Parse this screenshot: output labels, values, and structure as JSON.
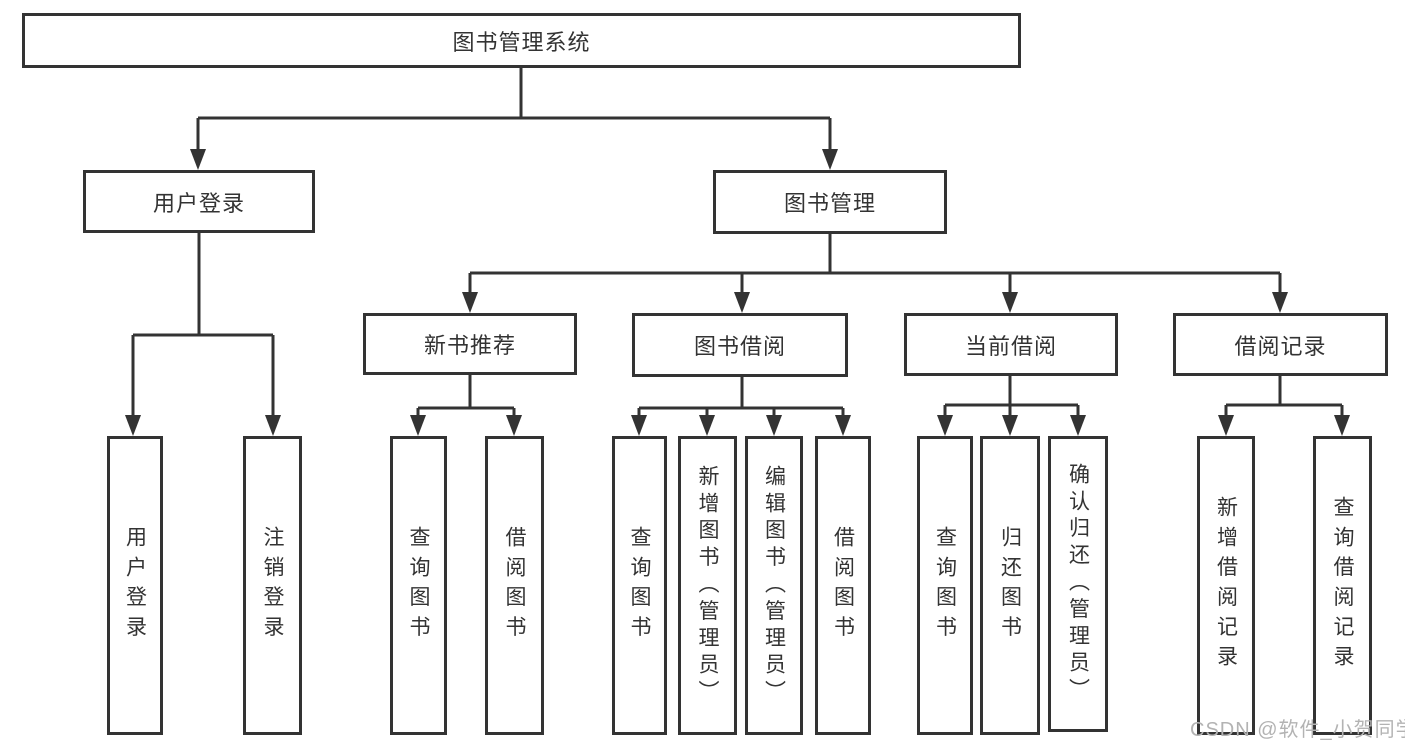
{
  "diagram": {
    "watermark": "CSDN @软件_小贺同学",
    "colors": {
      "line": "#333333",
      "text": "#333333",
      "background": "#ffffff",
      "watermark": "#b3b3b3"
    },
    "nodes": {
      "root": {
        "label": "图书管理系统"
      },
      "branches": [
        {
          "label": "用户登录",
          "children": [
            {
              "label": "用户登录"
            },
            {
              "label": "注销登录"
            }
          ]
        },
        {
          "label": "图书管理",
          "children": [
            {
              "label": "新书推荐",
              "children": [
                {
                  "label": "查询图书"
                },
                {
                  "label": "借阅图书"
                }
              ]
            },
            {
              "label": "图书借阅",
              "children": [
                {
                  "label": "查询图书"
                },
                {
                  "label": "新增图书（管理员）"
                },
                {
                  "label": "编辑图书（管理员）"
                },
                {
                  "label": "借阅图书"
                }
              ]
            },
            {
              "label": "当前借阅",
              "children": [
                {
                  "label": "查询图书"
                },
                {
                  "label": "归还图书"
                },
                {
                  "label": "确认归还（管理员）"
                }
              ]
            },
            {
              "label": "借阅记录",
              "children": [
                {
                  "label": "新增借阅记录"
                },
                {
                  "label": "查询借阅记录"
                }
              ]
            }
          ]
        }
      ]
    }
  }
}
